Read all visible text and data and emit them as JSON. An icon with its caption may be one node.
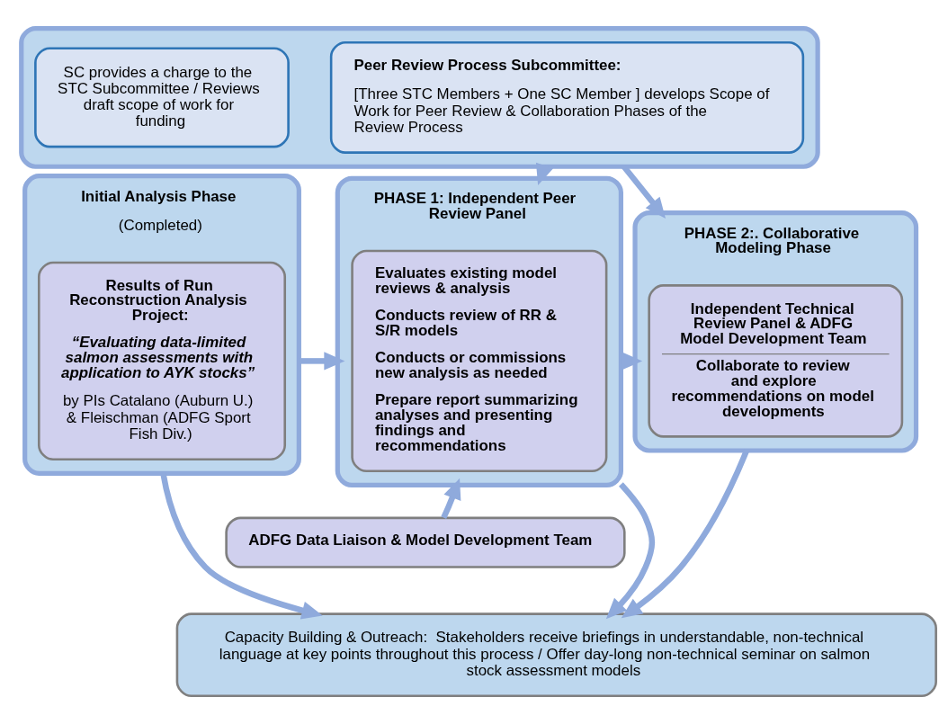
{
  "diagram": {
    "nodes": [
      {
        "text": [],
        "shape": "box"
      },
      {
        "text": [
          "SC provides a charge to the STC Subcommittee / Reviews draft scope of work for funding"
        ],
        "in": 0
      },
      {
        "text": [
          "Peer Review Process Subcommittee:",
          "[Three STC Members + One SC Member ] develops Scope of Work for Peer Review & Collaboration Phases of the Review Process"
        ],
        "in": 0
      },
      {
        "text": [
          "Initial Analysis Phase",
          "(Completed)"
        ]
      },
      {
        "text": [
          "Results of Run Reconstruction Analysis Project:",
          "“Evaluating data-limited salmon assessments with application to AYK stocks”",
          "by PIs Catalano (Auburn U.) & Fleischman (ADFG Sport Fish Div.)"
        ],
        "in": 3
      },
      {
        "text": [
          "PHASE 1: Independent Peer Review Panel"
        ]
      },
      {
        "text": [
          "Evaluates existing model reviews & analysis",
          "Conducts review of RR & S/R models",
          "Conducts or commissions new analysis as needed",
          "Prepare report summarizing analyses and presenting findings and recommendations"
        ],
        "in": 5
      },
      {
        "text": [
          "PHASE 2:. Collaborative Modeling Phase"
        ]
      },
      {
        "text": [
          "Independent Technical Review Panel & ADFG Model Development Team",
          "Collaborate to review and explore recommendations on model developments"
        ],
        "in": 7
      },
      {
        "text": [
          "ADFG Data Liaison & Model Development Team"
        ]
      },
      {
        "text": [
          "Capacity Building & Outreach:  Stakeholders receive briefings in understandable, non-technical language at key points throughout this process / Offer day-long non-technical seminar on salmon stock assessment models"
        ]
      }
    ],
    "edges": [
      {
        "from": 0,
        "to": 5,
        "arrow": "to"
      },
      {
        "from": 0,
        "to": 7,
        "arrow": "to"
      },
      {
        "from": 3,
        "to": 5,
        "arrow": "to"
      },
      {
        "from": 5,
        "to": 7,
        "arrow": "to"
      },
      {
        "from": 3,
        "to": 10,
        "arrow": "to"
      },
      {
        "from": 5,
        "to": 10,
        "arrow": "to"
      },
      {
        "from": 9,
        "to": 5,
        "arrow": "to"
      },
      {
        "from": 7,
        "to": 10,
        "arrow": "to"
      }
    ]
  }
}
